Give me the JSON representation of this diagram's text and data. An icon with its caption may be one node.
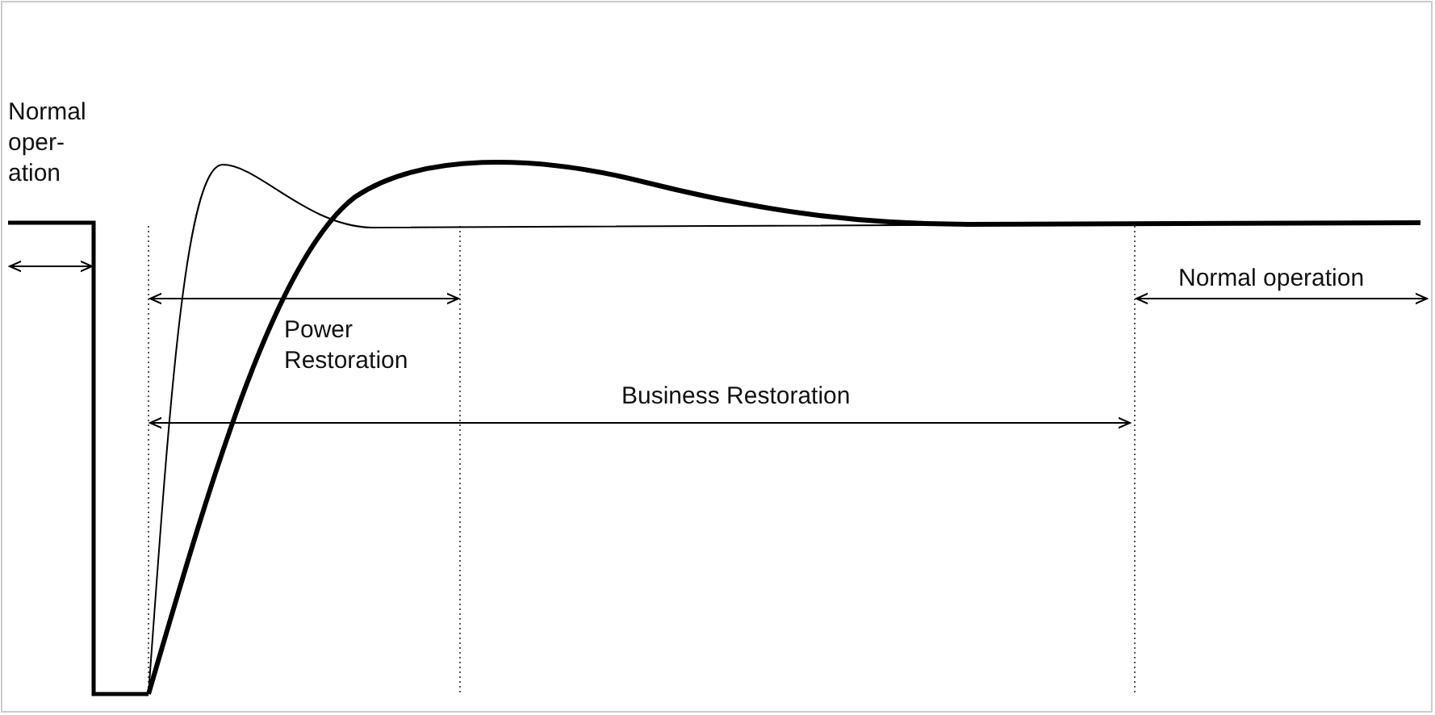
{
  "diagram": {
    "labels": [
      "Normal oper-ation",
      "Normal operation",
      "Power Restoration",
      "Business Restoration"
    ]
  }
}
